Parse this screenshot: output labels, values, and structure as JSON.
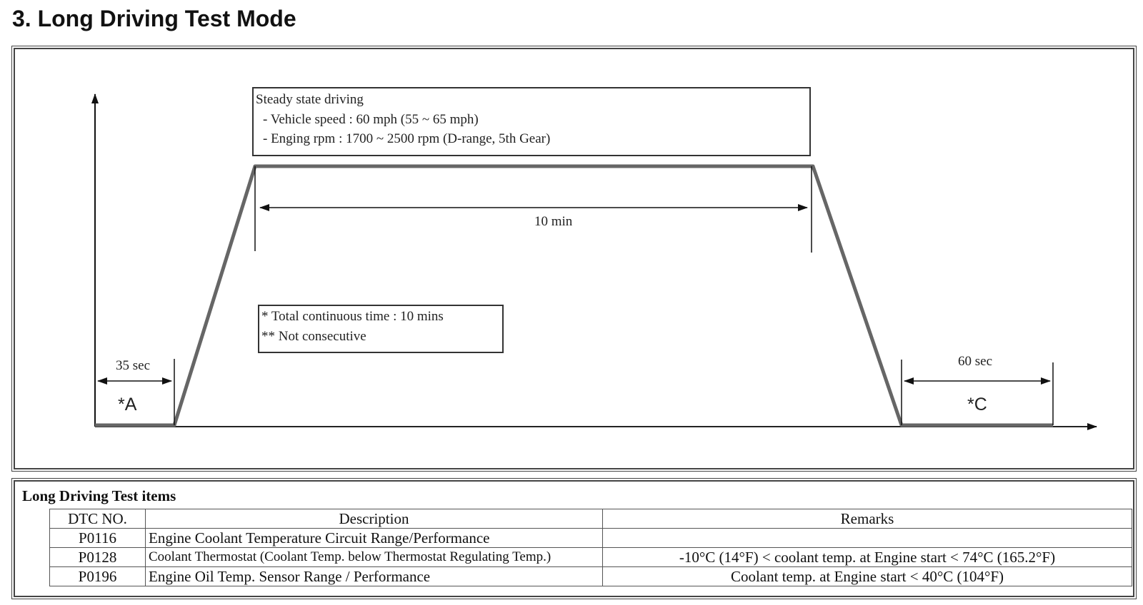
{
  "page_title": "3. Long Driving Test Mode",
  "diagram": {
    "steady_box": {
      "heading": "Steady state driving",
      "line1": "- Vehicle speed : 60 mph (55 ~ 65 mph)",
      "line2": "- Enging rpm : 1700 ~ 2500 rpm (D-range, 5th Gear)"
    },
    "duration_label": "10 min",
    "note_box": {
      "line1": "* Total continuous time : 10 mins",
      "line2": "** Not consecutive"
    },
    "start_phase": {
      "time_label": "35 sec",
      "marker": "*A"
    },
    "end_phase": {
      "time_label": "60 sec",
      "marker": "*C"
    }
  },
  "table": {
    "title": "Long Driving Test items",
    "headers": [
      "DTC NO.",
      "Description",
      "Remarks"
    ],
    "rows": [
      {
        "code": "P0116",
        "description": "Engine Coolant Temperature Circuit Range/Performance",
        "remarks": ""
      },
      {
        "code": "P0128",
        "description": "Coolant Thermostat (Coolant Temp. below Thermostat Regulating Temp.)",
        "remarks": "-10°C (14°F) < coolant temp. at Engine start < 74°C (165.2°F)"
      },
      {
        "code": "P0196",
        "description": "Engine Oil Temp. Sensor Range / Performance",
        "remarks": "Coolant temp. at Engine start < 40°C (104°F)"
      }
    ]
  }
}
